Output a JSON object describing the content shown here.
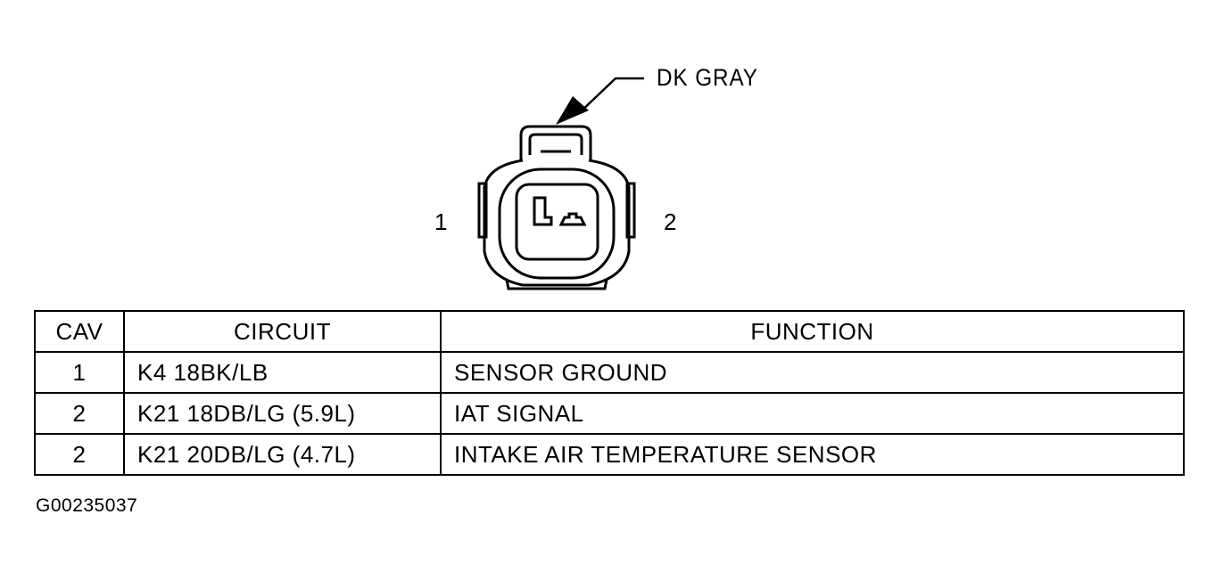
{
  "connector": {
    "color_label": "DK GRAY",
    "pin_labels": [
      "1",
      "2"
    ],
    "icon": "two-cavity-connector-face-icon"
  },
  "table": {
    "headers": [
      "CAV",
      "CIRCUIT",
      "FUNCTION"
    ],
    "rows": [
      {
        "cav": "1",
        "circuit": "K4  18BK/LB",
        "function": "SENSOR GROUND"
      },
      {
        "cav": "2",
        "circuit": "K21  18DB/LG (5.9L)",
        "function": "IAT SIGNAL"
      },
      {
        "cav": "2",
        "circuit": "K21  20DB/LG (4.7L)",
        "function": "INTAKE AIR TEMPERATURE SENSOR"
      }
    ]
  },
  "figure_id": "G00235037"
}
